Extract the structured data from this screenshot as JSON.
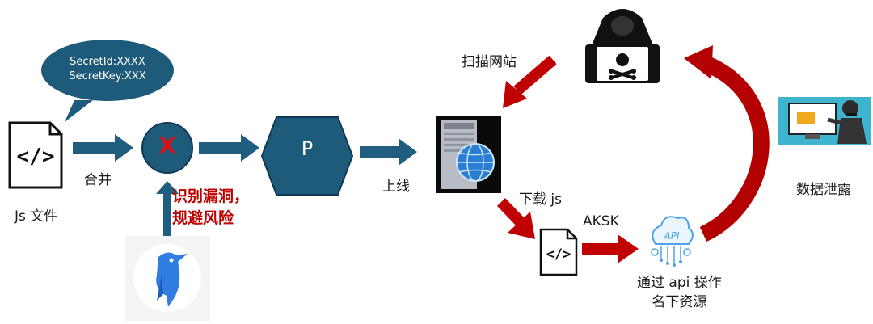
{
  "bubble": {
    "line1": "SecretId:XXXX",
    "line2": "SecretKey:XXX"
  },
  "labels": {
    "js_file": "Js 文件",
    "merge": "合并",
    "mark_x": "X",
    "identify_line1": "识别漏洞，",
    "identify_line2": "规避风险",
    "p_node": "P",
    "online": "上线",
    "scan_site": "扫描网站",
    "download_js": "下载 js",
    "aksk": "AKSK",
    "api_line1": "通过 api 操作",
    "api_line2": "名下资源",
    "data_leak": "数据泄露",
    "api_icon_text": "API"
  },
  "colors": {
    "teal_arrow": "#1f5e7e",
    "teal_node": "#1e5a7a",
    "red_arrow": "#c00000",
    "red_text": "#c00000",
    "bird_blue": "#2f7de0"
  }
}
